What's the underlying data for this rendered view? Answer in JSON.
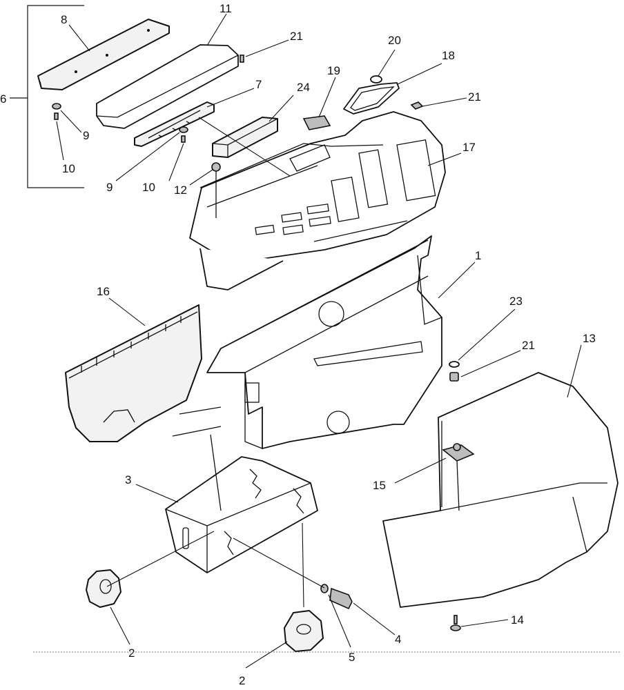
{
  "callouts": {
    "c1": "1",
    "c2a": "2",
    "c2b": "2",
    "c3": "3",
    "c4": "4",
    "c5": "5",
    "c6": "6",
    "c7": "7",
    "c8": "8",
    "c9a": "9",
    "c9b": "9",
    "c10a": "10",
    "c10b": "10",
    "c11": "11",
    "c12": "12",
    "c13": "13",
    "c14": "14",
    "c15": "15",
    "c16": "16",
    "c17": "17",
    "c18": "18",
    "c19": "19",
    "c20": "20",
    "c21a": "21",
    "c21b": "21",
    "c21c": "21",
    "c23": "23",
    "c24": "24"
  }
}
